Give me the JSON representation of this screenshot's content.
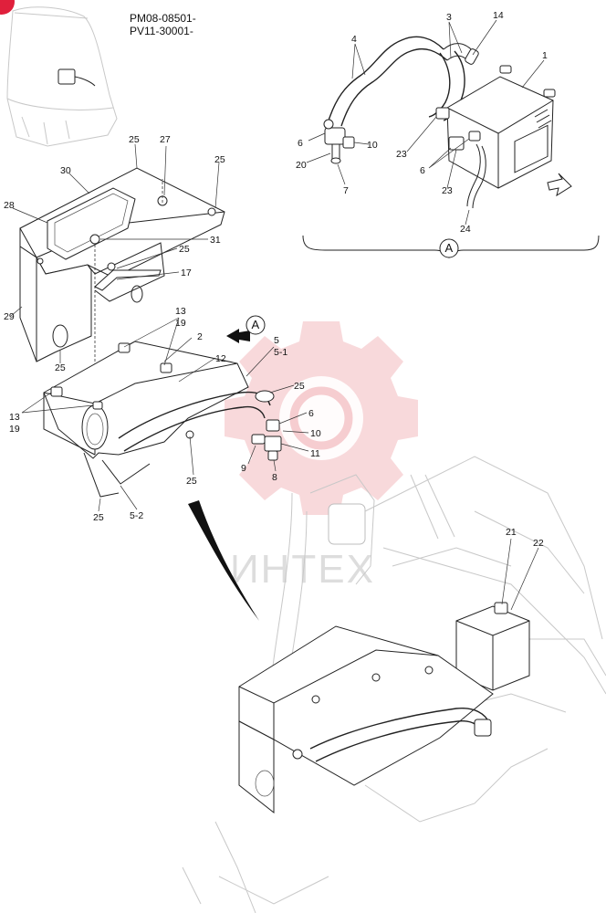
{
  "header": {
    "serial_line_1": "PM08-08501-",
    "serial_line_2": "PV11-30001-"
  },
  "detail_view": {
    "label": "A",
    "arrow_label": "A"
  },
  "watermark": {
    "text": "ИНТЕХ"
  },
  "callouts": {
    "detail_a": [
      "4",
      "3",
      "14",
      "1",
      "6",
      "10",
      "20",
      "7",
      "23",
      "6",
      "23",
      "24"
    ],
    "main": [
      "25",
      "27",
      "25",
      "30",
      "28",
      "31",
      "25",
      "17",
      "29",
      "25",
      "13",
      "19",
      "2",
      "12",
      "5",
      "5-1",
      "25",
      "6",
      "10",
      "11",
      "9",
      "8",
      "25",
      "13",
      "19",
      "25",
      "5-2"
    ],
    "vehicle": [
      "21",
      "22"
    ]
  },
  "colors": {
    "line": "#222222",
    "ghost": "#c8c8c8",
    "watermark": "#f2b9bd",
    "badge": "#e0203c"
  }
}
